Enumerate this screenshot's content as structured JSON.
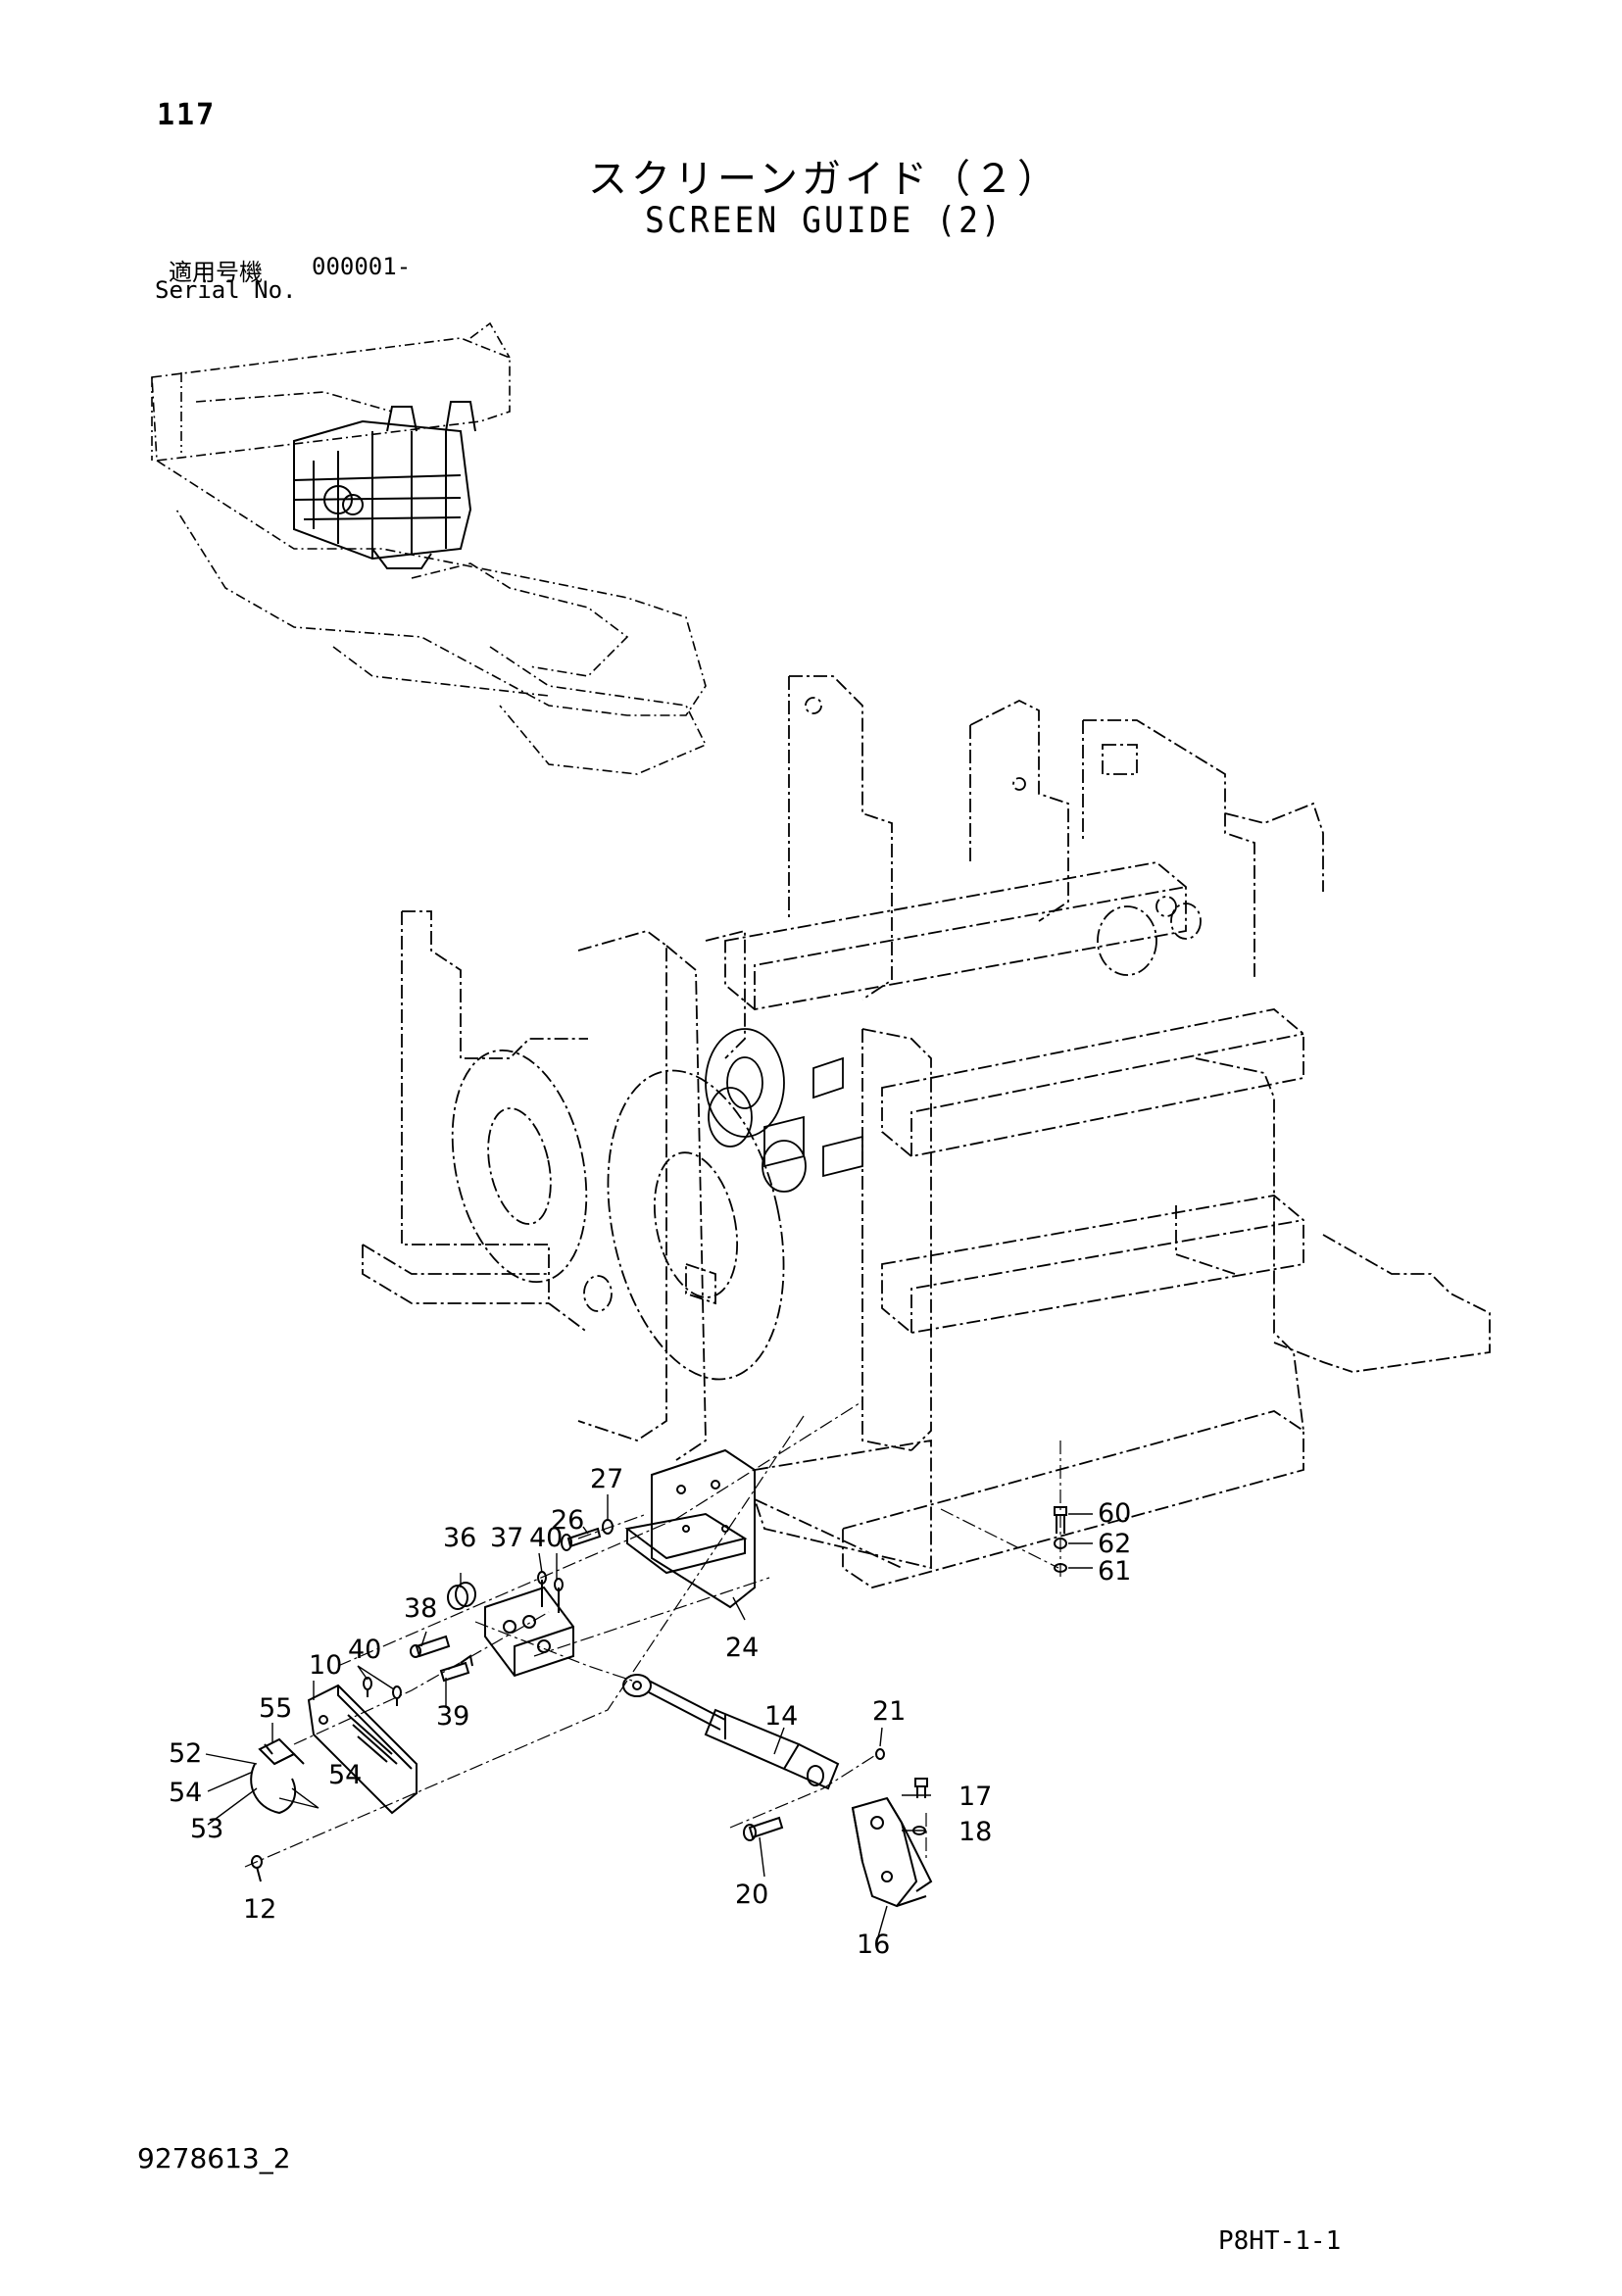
{
  "header": {
    "page_number": "117",
    "title_jp": "スクリーンガイド（２）",
    "title_en": "SCREEN GUIDE (2)",
    "serial_label_jp": "適用号機",
    "serial_label_en": "Serial No.",
    "serial_value": "000001-"
  },
  "footer": {
    "drawing_number": "9278613_2",
    "page_code": "P8HT-1-1"
  },
  "parts": [
    {
      "id": "p10",
      "label": "10"
    },
    {
      "id": "p12",
      "label": "12"
    },
    {
      "id": "p14",
      "label": "14"
    },
    {
      "id": "p16",
      "label": "16"
    },
    {
      "id": "p17",
      "label": "17"
    },
    {
      "id": "p18",
      "label": "18"
    },
    {
      "id": "p20",
      "label": "20"
    },
    {
      "id": "p21",
      "label": "21"
    },
    {
      "id": "p24",
      "label": "24"
    },
    {
      "id": "p26",
      "label": "26"
    },
    {
      "id": "p27",
      "label": "27"
    },
    {
      "id": "p36",
      "label": "36"
    },
    {
      "id": "p37",
      "label": "37"
    },
    {
      "id": "p38",
      "label": "38"
    },
    {
      "id": "p39",
      "label": "39"
    },
    {
      "id": "p40a",
      "label": "40"
    },
    {
      "id": "p40b",
      "label": "40"
    },
    {
      "id": "p52",
      "label": "52"
    },
    {
      "id": "p53",
      "label": "53"
    },
    {
      "id": "p54a",
      "label": "54"
    },
    {
      "id": "p54b",
      "label": "54"
    },
    {
      "id": "p55",
      "label": "55"
    },
    {
      "id": "p60",
      "label": "60"
    },
    {
      "id": "p61",
      "label": "61"
    },
    {
      "id": "p62",
      "label": "62"
    }
  ]
}
